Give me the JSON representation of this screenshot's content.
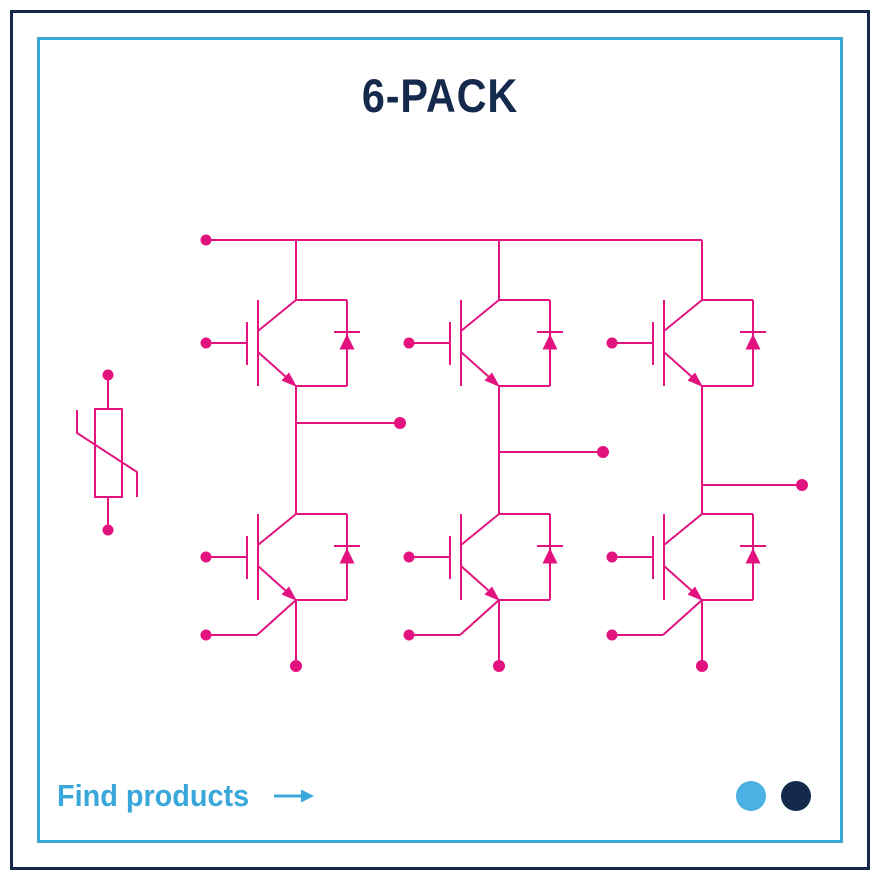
{
  "card": {
    "title": "6-PACK"
  },
  "colors": {
    "navy": "#15294c",
    "blue": "#3aa7db",
    "dot-blue": "#4bb0e2",
    "magenta": "#e2137f",
    "bg": "#ffffff"
  },
  "footer": {
    "link_label": "Find products",
    "arrow_icon": "right-arrow",
    "pagination_dots": [
      {
        "name": "light-blue-dot",
        "color": "#4bb0e2"
      },
      {
        "name": "navy-dot",
        "color": "#15294c"
      }
    ]
  },
  "schematic": {
    "name": "6-pack three-phase IGBT bridge",
    "stroke_color": "#e2137f",
    "half_bridge_count": 3,
    "igbt_count": 6,
    "antiparallel_diode_count": 6,
    "extra_components": [
      "ntc-thermistor"
    ],
    "terminals": {
      "dc_plus_terminals": 1,
      "phase_output_terminals": 3,
      "gate_terminals": 6,
      "emitter_terminals": 3,
      "auxiliary_emitter_terminals": 3,
      "thermistor_terminals": 2
    }
  }
}
